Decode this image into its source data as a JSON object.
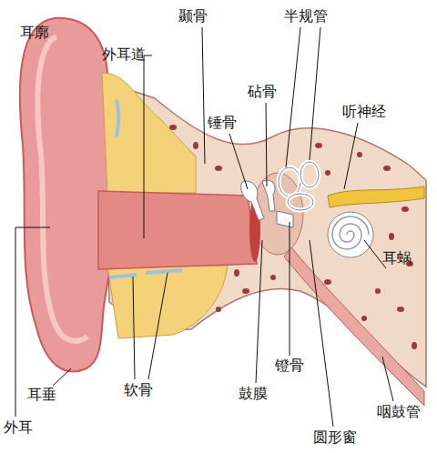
{
  "diagram": {
    "labels": [
      "耳廓",
      "外耳道",
      "颞骨",
      "半规管",
      "砧骨",
      "锤骨",
      "听神经",
      "耳蜗",
      "耳垂",
      "软骨",
      "鼓膜",
      "镫骨",
      "咽鼓管",
      "外耳",
      "圆形窗"
    ]
  }
}
